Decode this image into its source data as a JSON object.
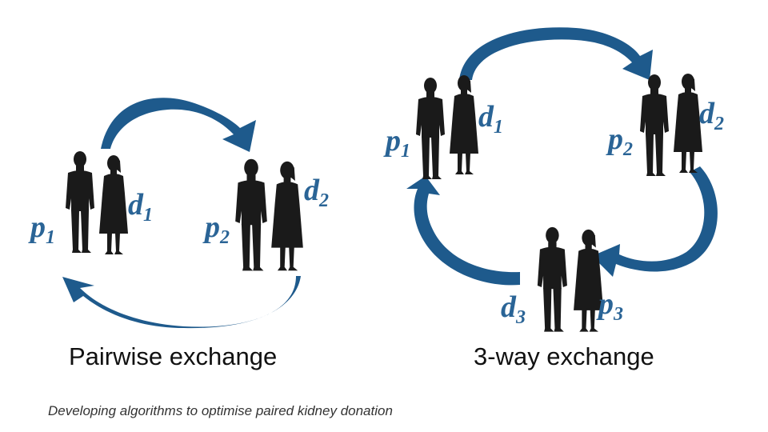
{
  "colors": {
    "arrow": "#1e5a8c",
    "label": "#2a6496",
    "silhouette": "#1a1a1a"
  },
  "icons": [
    "person-silhouette-icon",
    "curved-arrow-icon"
  ],
  "pairwise": {
    "title": "Pairwise exchange",
    "p1": {
      "var": "p",
      "sub": "1"
    },
    "d1": {
      "var": "d",
      "sub": "1"
    },
    "p2": {
      "var": "p",
      "sub": "2"
    },
    "d2": {
      "var": "d",
      "sub": "2"
    }
  },
  "threeway": {
    "title": "3-way exchange",
    "p1": {
      "var": "p",
      "sub": "1"
    },
    "d1": {
      "var": "d",
      "sub": "1"
    },
    "p2": {
      "var": "p",
      "sub": "2"
    },
    "d2": {
      "var": "d",
      "sub": "2"
    },
    "d3": {
      "var": "d",
      "sub": "3"
    },
    "p3": {
      "var": "p",
      "sub": "3"
    }
  },
  "caption": "Developing algorithms to optimise paired kidney donation"
}
